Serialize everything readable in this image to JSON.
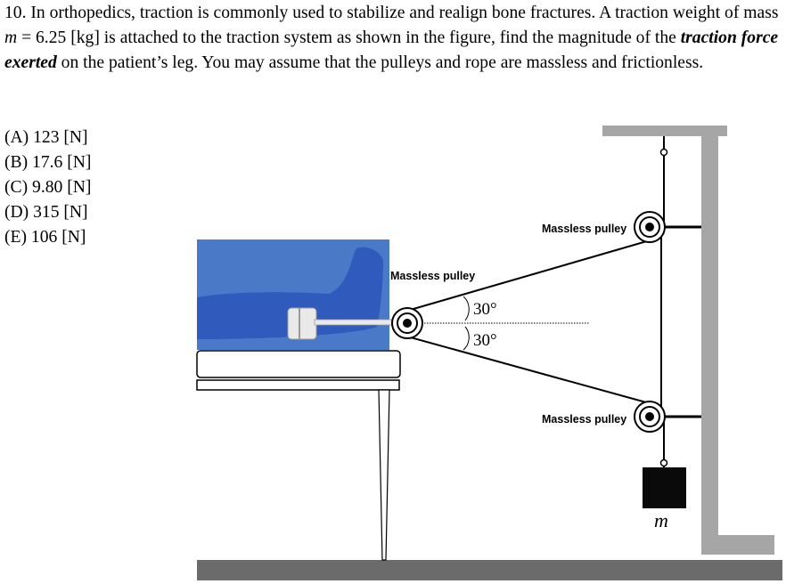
{
  "question": {
    "number": "10.",
    "part1": "In orthopedics, traction is commonly used to stabilize and realign bone fractures. A traction weight of mass",
    "var_m": "m",
    "part2": "= 6.25 [kg] is attached to the traction system as shown in the figure, find the magnitude of the",
    "emphasis": "traction force exerted",
    "part3": "on the patient’s leg. You may assume that the pulleys and rope are massless and frictionless."
  },
  "choices": [
    "(A) 123 [N]",
    "(B) 17.6 [N]",
    "(C) 9.80 [N]",
    "(D) 315 [N]",
    "(E) 106 [N]"
  ],
  "figure": {
    "label_top_pulley": "Massless pulley",
    "label_leg_pulley": "Massless pulley",
    "label_bottom_pulley": "Massless pulley",
    "angle_upper": "30°",
    "angle_lower": "30°",
    "mass_label": "m",
    "colors": {
      "leg_background": "#4a79c8",
      "frame": "#a6a6a6",
      "floor": "#6b6b6b",
      "mass_block": "#0a0a0a"
    }
  }
}
